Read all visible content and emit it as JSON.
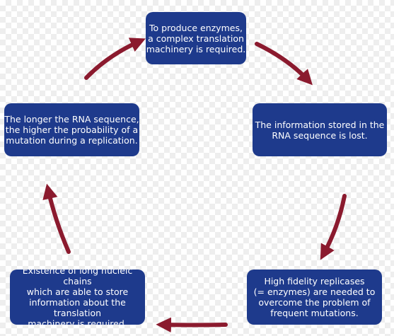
{
  "colors": {
    "node_fill": "#1e3a8c",
    "node_text": "#ffffff",
    "arrow": "#8b1a2e"
  },
  "nodes": [
    {
      "text": "To produce enzymes,\na complex translation\nmachinery is required."
    },
    {
      "text": "The information stored in the\nRNA sequence is lost."
    },
    {
      "text": "High fidelity replicases\n(= enzymes) are needed to\novercome the problem of\nfrequent mutations."
    },
    {
      "text": "Existence of long nucleic chains\nwhich are able to store\ninformation about the translation\nmachinery is required."
    },
    {
      "text": "The longer the RNA sequence,\nthe higher the probability of a\nmutation during a replication."
    }
  ]
}
